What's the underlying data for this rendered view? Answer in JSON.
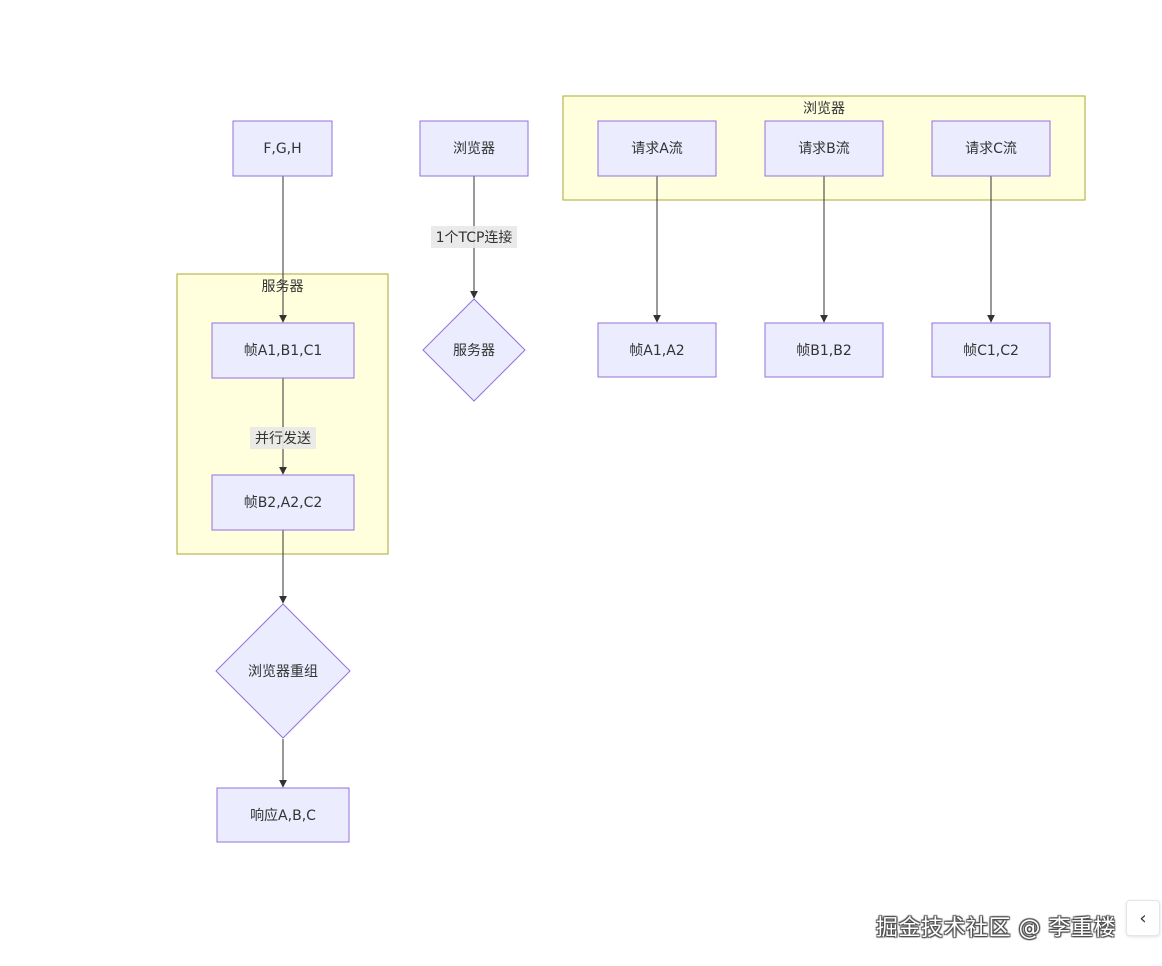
{
  "clusters": {
    "server": {
      "title": "服务器"
    },
    "browser": {
      "title": "浏览器"
    }
  },
  "nodes": {
    "fgh": "F,G,H",
    "frame_a1b1c1": "帧A1,B1,C1",
    "frame_b2a2c2": "帧B2,A2,C2",
    "browser_reassemble": "浏览器重组",
    "response_abc": "响应A,B,C",
    "browser_single": "浏览器",
    "server_diamond": "服务器",
    "request_a": "请求A流",
    "request_b": "请求B流",
    "request_c": "请求C流",
    "frame_a1a2": "帧A1,A2",
    "frame_b1b2": "帧B1,B2",
    "frame_c1c2": "帧C1,C2"
  },
  "edges": {
    "parallel_send": "并行发送",
    "tcp_connection": "1个TCP连接"
  },
  "watermark": "掘金技术社区 @ 李重楼",
  "collapse_icon": "‹",
  "colors": {
    "node_fill": "#ececff",
    "node_stroke": "#9370db",
    "cluster_fill": "#ffffde",
    "cluster_stroke": "#aaaa33",
    "edge": "#333333"
  }
}
